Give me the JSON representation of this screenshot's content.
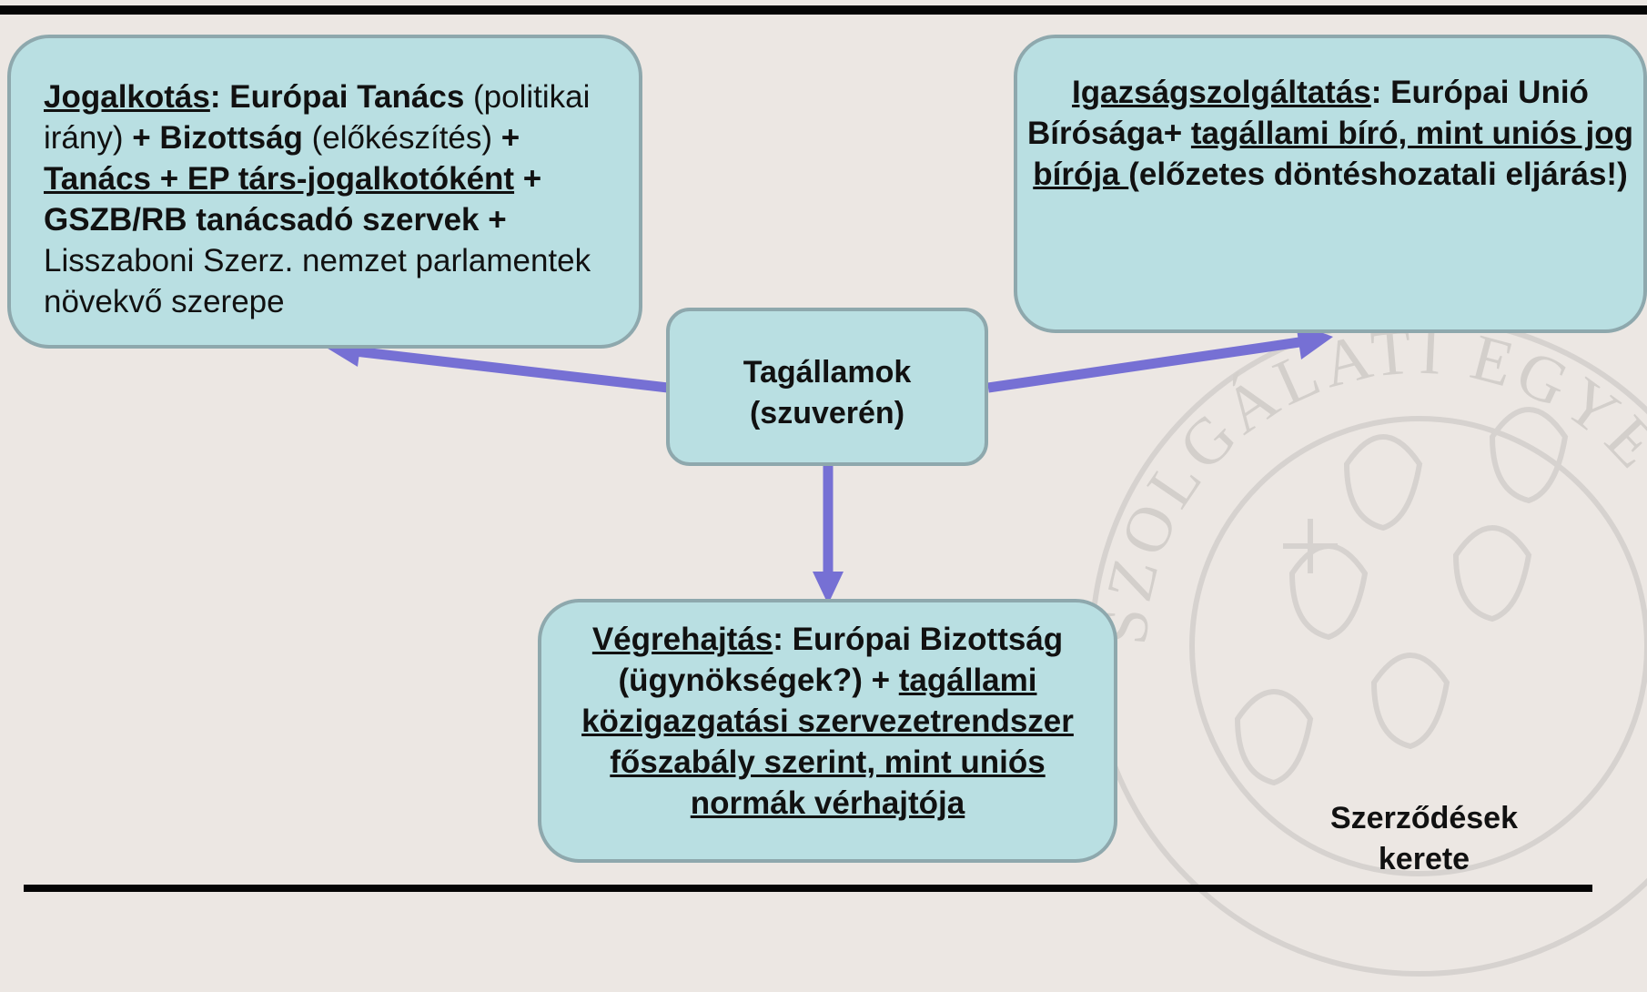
{
  "boxes": {
    "center": {
      "line1": "Tagállamok",
      "line2": "(szuverén)"
    },
    "left": {
      "jog_term": "Jogalkotás",
      "jog_rest1": ": Európai Tanács",
      "politikai": "(politikai irány)",
      "plus_bizottsag": " + Bizottság",
      "elokeszites": "(előkészítés)",
      "plus1": " + ",
      "tanacs_ep": "Tanács + EP társ-jogalkotóként",
      "gszb": " + GSZB/RB tanácsadó szervek + ",
      "lisszaboni": "Lisszaboni Szerz. nemzet parlamentek növekvő szerepe"
    },
    "right": {
      "term": "Igazságszolgáltatás",
      "rest1": ": Európai Unió Bírósága+ ",
      "under2": "tagállami bíró, mint uniós jog bírója ",
      "rest2": "(előzetes döntéshozatali eljárás!)"
    },
    "bottom": {
      "term": "Végrehajtás",
      "rest1": ": Európai Bizottság (ügynökségek?) + ",
      "under2": "tagállami közigazgatási szervezetrendszer főszabály szerint, mint uniós normák vérhajtója"
    }
  },
  "footer": {
    "line1": "Szerződések",
    "line2": "kerete"
  },
  "watermark": {
    "text": "SZOLGÁLATI EGYE"
  },
  "colors": {
    "box_fill": "#b9dfe2",
    "box_border": "#8ea8ad",
    "arrow": "#7670d4",
    "background": "#ece7e3"
  }
}
